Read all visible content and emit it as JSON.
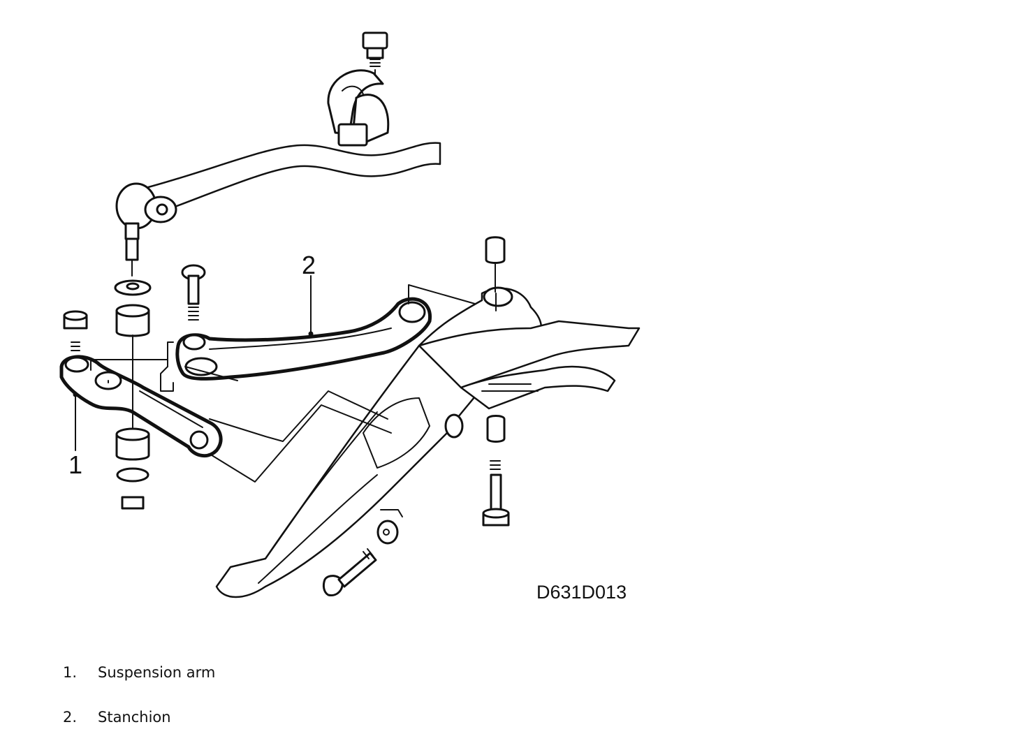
{
  "figure": {
    "id_label": "D631D013",
    "callouts": [
      {
        "number": "1"
      },
      {
        "number": "2"
      }
    ]
  },
  "legend": [
    {
      "number": "1.",
      "label": "Suspension arm"
    },
    {
      "number": "2.",
      "label": "Stanchion"
    }
  ]
}
